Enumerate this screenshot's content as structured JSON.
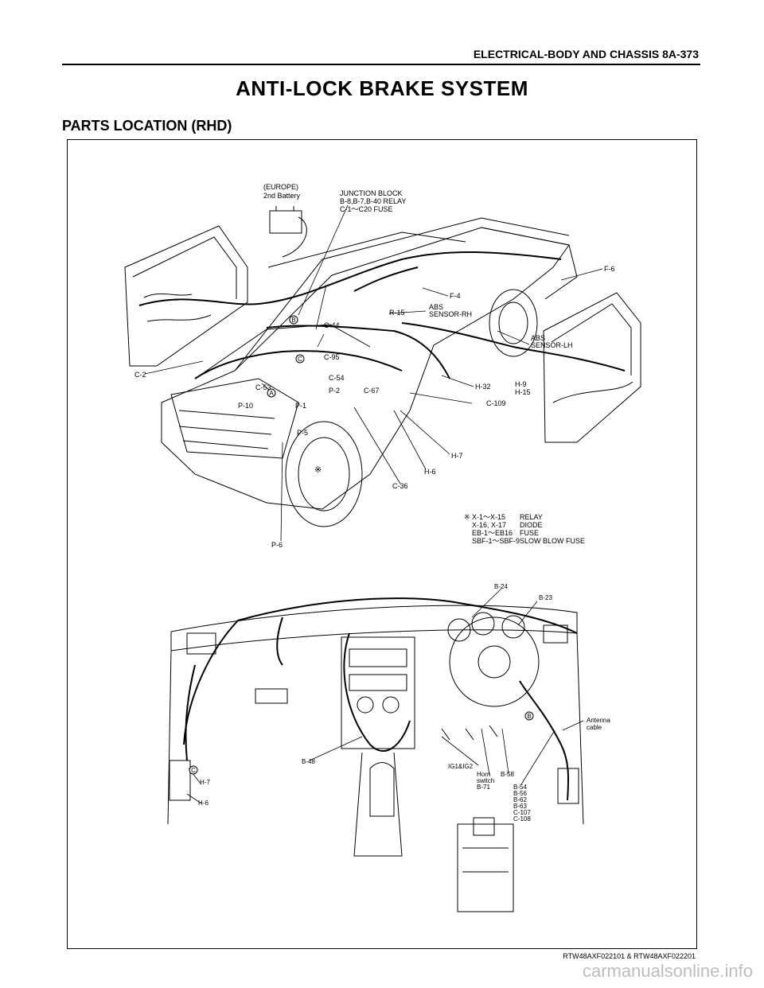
{
  "header": {
    "text": "ELECTRICAL-BODY AND CHASSIS  8A-373"
  },
  "title": "ANTI-LOCK BRAKE SYSTEM",
  "subtitle": "PARTS LOCATION (RHD)",
  "figure": {
    "upper_labels": {
      "europe": "(EUROPE)",
      "battery": "2nd Battery",
      "jb1": "JUNCTION BLOCK",
      "jb2": "B-8,B-7,B-40 RELAY",
      "jb3": "C-1～C20 FUSE",
      "f6": "F-6",
      "f4": "F-4",
      "r15": "R-15",
      "abs_rh1": "ABS",
      "abs_rh2": "SENSOR-RH",
      "abs_lh1": "ABS",
      "abs_lh2": "SENSOR-LH",
      "c44": "C-44",
      "c95": "C-95",
      "c2": "C-2",
      "c53": "C-53",
      "c54": "C-54",
      "p2": "P-2",
      "c67": "C-67",
      "h32": "H-32",
      "h9": "H-9",
      "h15": "H-15",
      "p10": "P-10",
      "p1": "P-1",
      "c109": "C-109",
      "p5": "P-5",
      "h7": "H-7",
      "h6": "H-6",
      "c36": "C-36",
      "p6": "P-6",
      "mark_a": "A",
      "mark_b": "B",
      "mark_c": "C",
      "ast": "※"
    },
    "legend": {
      "l1a": "※ X-1～X-15",
      "l1b": "RELAY",
      "l2a": "X-16, X-17",
      "l2b": "DIODE",
      "l3a": "EB-1～EB16",
      "l3b": "FUSE",
      "l4a": "SBF-1～SBF-9",
      "l4b": "SLOW BLOW FUSE"
    },
    "lower_labels": {
      "b24": "B-24",
      "b23": "B-23",
      "ant1": "Antenna",
      "ant2": "cable",
      "b48": "B-48",
      "h7": "H-7",
      "h6": "H-6",
      "ig": "IG1&IG2",
      "horn1": "Horn",
      "horn2": "switch",
      "horn3": "B-71",
      "b58": "B-58",
      "stack": [
        "B-54",
        "B-56",
        "B-62",
        "B-63",
        "C-107",
        "C-108"
      ],
      "mark_b": "B",
      "mark_c": "C"
    }
  },
  "caption": "RTW48AXF022101 & RTW48AXF022201",
  "watermark": "carmanualsonline.info"
}
